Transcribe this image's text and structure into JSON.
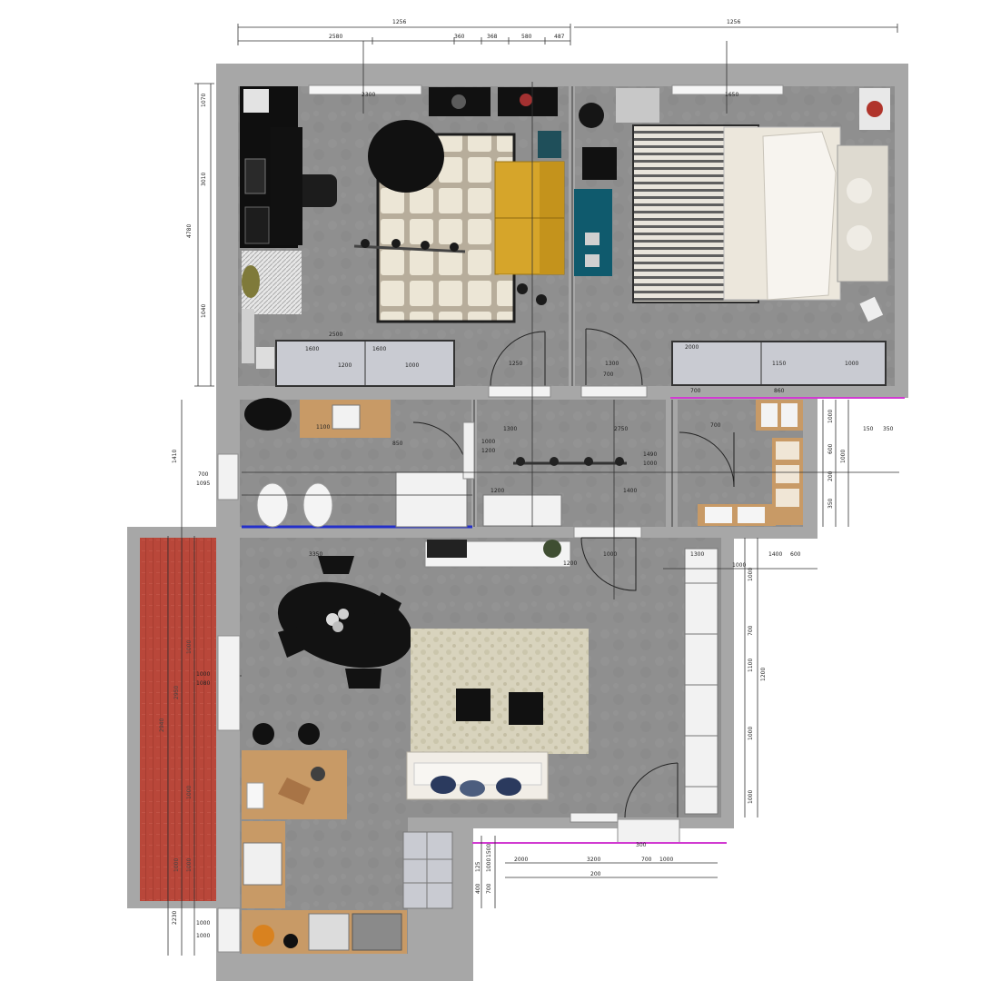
{
  "title": "",
  "colors": {
    "wall": "#a7a7a7",
    "floor": "#8f8f8f",
    "terrace": "#b9473a",
    "rug_light": "#e3dccb",
    "mustard_sofa": "#d6a52a",
    "teal_cabinet": "#0f5a6d",
    "wood": "#c89a66",
    "cream_sofa": "#f1ede6",
    "dark_furniture": "#151515",
    "window_outline": "#d13bd1",
    "blue_edge": "#2430c9"
  },
  "dimensions": {
    "top": [
      "1256",
      "2580",
      "360",
      "368",
      "580",
      "487",
      "1256"
    ],
    "left": [
      "1070",
      "3010",
      "4780",
      "1040",
      "1410",
      "700",
      "1095",
      "1000",
      "1080",
      "2230",
      "1000",
      "1000"
    ],
    "terrace": [
      "2940",
      "2950",
      "1000",
      "1000",
      "1000",
      "1000"
    ],
    "interior": [
      "2500",
      "1600",
      "1600",
      "1200",
      "1000",
      "1250",
      "2000",
      "1300",
      "1150",
      "1000",
      "2300",
      "1650",
      "1100",
      "850",
      "1000",
      "1200",
      "1300",
      "2750",
      "1490",
      "1000",
      "1200",
      "1400",
      "3350",
      "700",
      "860",
      "700",
      "1000",
      "1200",
      "1300",
      "1400",
      "600",
      "1000",
      "700"
    ],
    "right": [
      "150",
      "350",
      "1000",
      "600",
      "200",
      "1000",
      "350",
      "1000",
      "700",
      "1100",
      "1200",
      "1000",
      "1000"
    ],
    "bottom": [
      "2000",
      "3200",
      "700",
      "1000",
      "200",
      "1500",
      "1000",
      "700",
      "400",
      "125",
      "300"
    ]
  },
  "rooms": {
    "study_office": "",
    "bedroom": "",
    "bathroom": "",
    "hallway": "",
    "laundry": "",
    "living_room": "",
    "kitchen": "",
    "terrace": ""
  }
}
